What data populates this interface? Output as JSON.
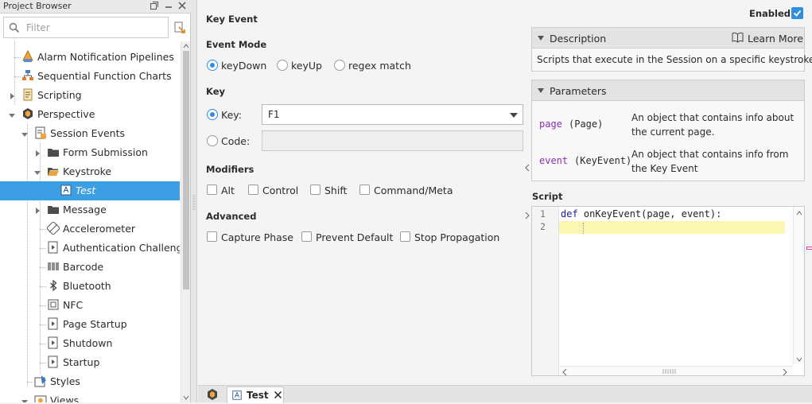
{
  "project_browser": {
    "title": "Project Browser",
    "filter_placeholder": "Filter",
    "tree": [
      {
        "label": "Alarm Notification Pipelines",
        "icon": "alarm-pipeline-icon"
      },
      {
        "label": "Sequential Function Charts",
        "icon": "sfc-icon"
      },
      {
        "label": "Scripting",
        "icon": "scripting-icon"
      },
      {
        "label": "Perspective",
        "icon": "perspective-icon"
      },
      {
        "label": "Session Events",
        "icon": "session-events-icon"
      },
      {
        "label": "Form Submission",
        "icon": "folder-icon"
      },
      {
        "label": "Keystroke",
        "icon": "folder-open-icon"
      },
      {
        "label": "Test",
        "icon": "script-file-icon"
      },
      {
        "label": "Message",
        "icon": "folder-icon"
      },
      {
        "label": "Accelerometer",
        "icon": "accelerometer-icon"
      },
      {
        "label": "Authentication Challenge",
        "icon": "script-event-icon"
      },
      {
        "label": "Barcode",
        "icon": "barcode-icon"
      },
      {
        "label": "Bluetooth",
        "icon": "bluetooth-icon"
      },
      {
        "label": "NFC",
        "icon": "nfc-icon"
      },
      {
        "label": "Page Startup",
        "icon": "script-event-icon"
      },
      {
        "label": "Shutdown",
        "icon": "script-event-icon"
      },
      {
        "label": "Startup",
        "icon": "script-event-icon"
      },
      {
        "label": "Styles",
        "icon": "styles-icon"
      },
      {
        "label": "Views",
        "icon": "views-icon"
      }
    ]
  },
  "editor": {
    "title": "Key Event",
    "enabled_label": "Enabled",
    "enabled": true,
    "event_mode": {
      "label": "Event Mode",
      "options": [
        "keyDown",
        "keyUp",
        "regex match"
      ],
      "selected": "keyDown"
    },
    "key": {
      "label": "Key",
      "key_label": "Key:",
      "key_value": "F1",
      "code_label": "Code:",
      "code_value": ""
    },
    "modifiers": {
      "label": "Modifiers",
      "options": [
        "Alt",
        "Control",
        "Shift",
        "Command/Meta"
      ]
    },
    "advanced": {
      "label": "Advanced",
      "options": [
        "Capture Phase",
        "Prevent Default",
        "Stop Propagation"
      ]
    },
    "description": {
      "title": "Description",
      "learn_more": "Learn More",
      "text": "Scripts that execute in the Session on a specific keystroke."
    },
    "parameters": {
      "title": "Parameters",
      "items": [
        {
          "name": "page",
          "type": "(Page)",
          "desc": "An object that contains info about the current page."
        },
        {
          "name": "event",
          "type": "(KeyEvent)",
          "desc": "An object that contains info from the Key Event"
        }
      ]
    },
    "script": {
      "label": "Script",
      "line_numbers": [
        "1",
        "2"
      ],
      "keyword": "def",
      "signature": " onKeyEvent(page, event):"
    }
  },
  "tabs": {
    "active": "Test"
  },
  "colors": {
    "accent": "#2f8ee0",
    "selection": "#3d9ee3",
    "param_name": "#8b2fb3",
    "highlight_line": "#fbf6b0"
  }
}
